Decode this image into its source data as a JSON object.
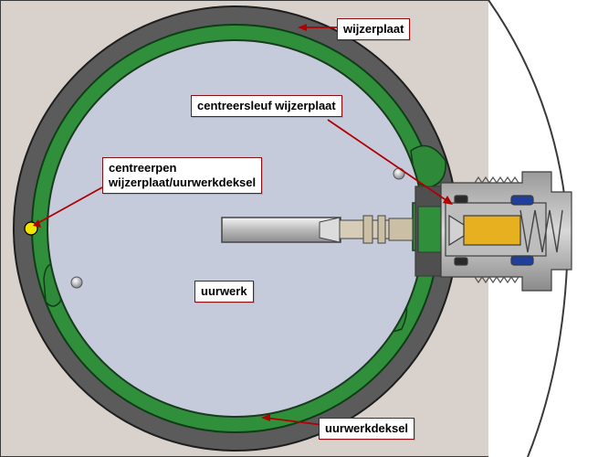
{
  "labels": {
    "wijzerplaat": "wijzerplaat",
    "centreersleuf": "centreersleuf wijzerplaat",
    "centreerpen_line1": "centreerpen",
    "centreerpen_line2": "wijzerplaat/uurwerkdeksel",
    "uurwerk": "uurwerk",
    "uurwerkdeksel": "uurwerkdeksel"
  },
  "colors": {
    "background_plate": "#d9d2cc",
    "outer_ring": "#5b5b5b",
    "green_cover": "#2f8f3b",
    "dial_face": "#c6cbdc",
    "spring_gold": "#e7b021",
    "centering_pin": "#f2e600",
    "callout_border": "#8a0f14",
    "leader_line": "#b00000"
  }
}
